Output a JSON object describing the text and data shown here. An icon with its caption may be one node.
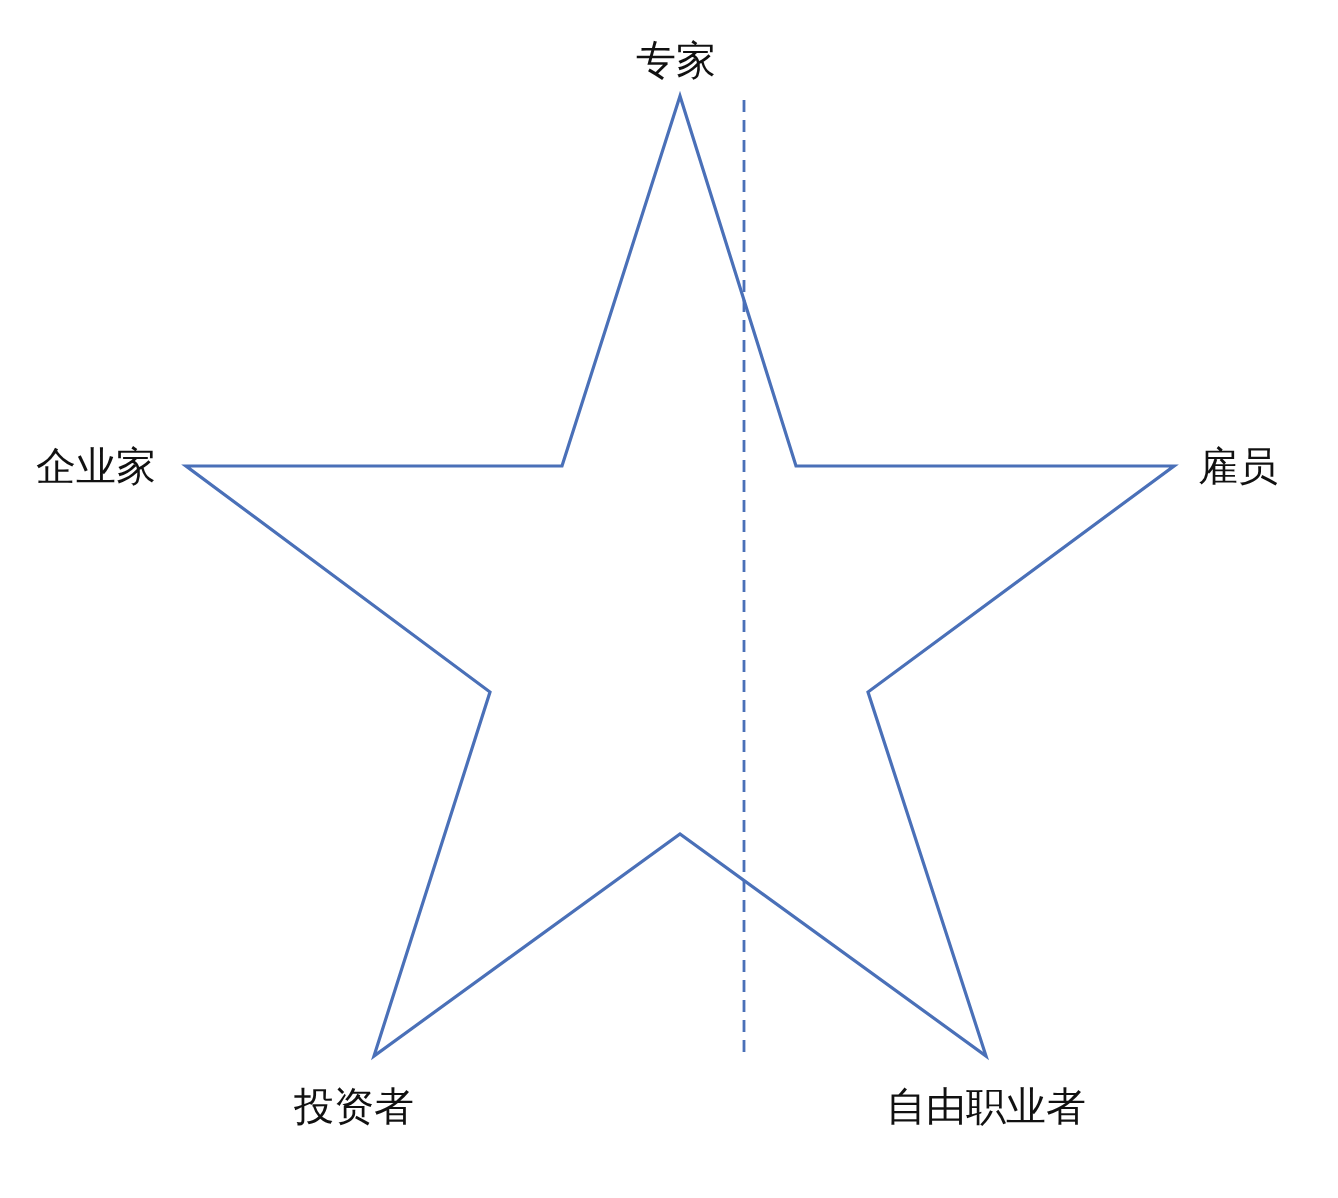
{
  "diagram": {
    "labels": [
      "专家",
      "企业家",
      "雇员",
      "投资者",
      "自由职业者"
    ]
  }
}
